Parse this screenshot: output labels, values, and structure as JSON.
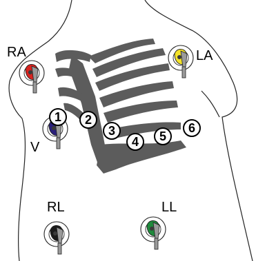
{
  "limb_leads": [
    {
      "key": "ra",
      "label": "RA",
      "color": "#d8231f"
    },
    {
      "key": "la",
      "label": "LA",
      "color": "#f3e22a"
    },
    {
      "key": "rl",
      "label": "RL",
      "color": "#1a1a1a"
    },
    {
      "key": "ll",
      "label": "LL",
      "color": "#1f8a3c"
    }
  ],
  "chest_lead": {
    "label": "V",
    "color": "#2a1f7a"
  },
  "chest_positions": [
    "1",
    "2",
    "3",
    "4",
    "5",
    "6"
  ],
  "colors": {
    "skeleton": "#5c5c5c",
    "outline": "#222222",
    "clip_body": "#9a9a9a",
    "clip_dark": "#3a3a3a"
  }
}
